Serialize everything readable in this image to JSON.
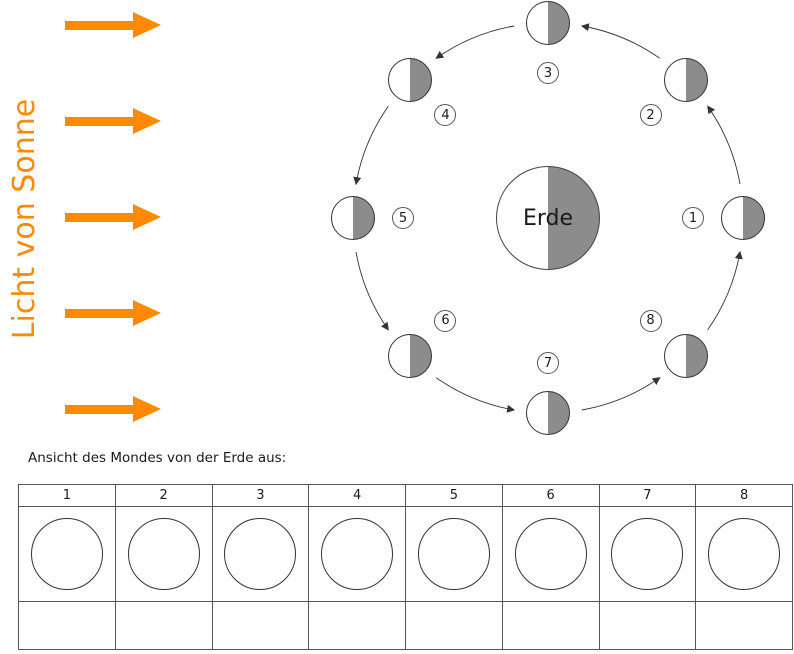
{
  "sun": {
    "label": "Licht von Sonne",
    "arrow_color": "#ff8a00",
    "arrow_count": 5
  },
  "diagram": {
    "earth_label": "Erde",
    "shade_color": "#8c8c8c",
    "moons": [
      {
        "number": "1",
        "angle": 0
      },
      {
        "number": "2",
        "angle": -45
      },
      {
        "number": "3",
        "angle": -90
      },
      {
        "number": "4",
        "angle": -135
      },
      {
        "number": "5",
        "angle": 180
      },
      {
        "number": "6",
        "angle": 135
      },
      {
        "number": "7",
        "angle": 90
      },
      {
        "number": "8",
        "angle": 45
      }
    ]
  },
  "answer_section": {
    "caption": "Ansicht des Mondes von der Erde aus:",
    "columns": [
      "1",
      "2",
      "3",
      "4",
      "5",
      "6",
      "7",
      "8"
    ]
  }
}
